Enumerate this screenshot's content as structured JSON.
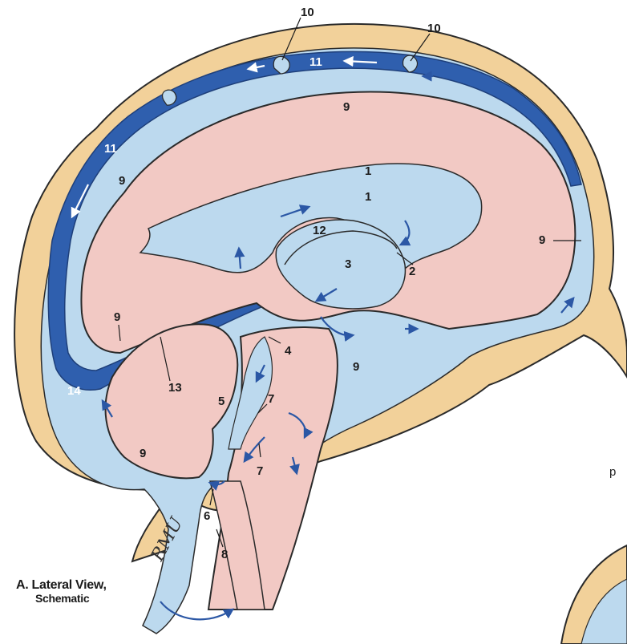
{
  "caption": {
    "line1": "A. Lateral View,",
    "line2": "Schematic"
  },
  "stray_text": "p",
  "signature": "RMU",
  "labels": {
    "l1a": "1",
    "l1b": "1",
    "l2": "2",
    "l3": "3",
    "l4": "4",
    "l5": "5",
    "l6": "6",
    "l7a": "7",
    "l7b": "7",
    "l8": "8",
    "l9a": "9",
    "l9b": "9",
    "l9c": "9",
    "l9d": "9",
    "l9e": "9",
    "l9f": "9",
    "l10a": "10",
    "l10b": "10",
    "l11a": "11",
    "l11b": "11",
    "l12": "12",
    "l13": "13",
    "l14": "14"
  },
  "colors": {
    "bone": "#f2d19a",
    "csf": "#bcd9ee",
    "sinus": "#2f5fae",
    "brain": "#f2c9c4",
    "outline": "#2a2a2a",
    "arrow": "#2b57a5"
  }
}
